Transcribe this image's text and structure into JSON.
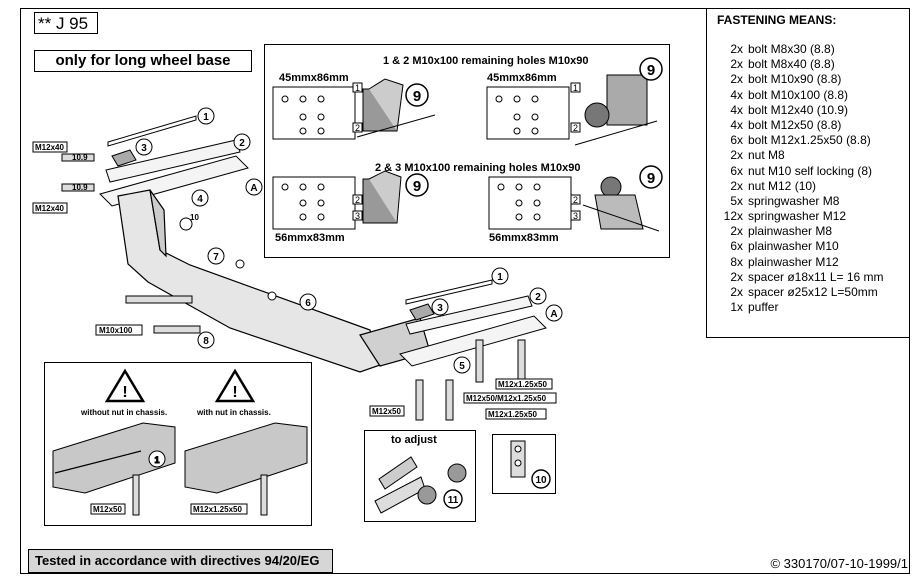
{
  "doc_code": "** J 95",
  "note": "only for long wheel base",
  "fastening": {
    "title": "FASTENING MEANS:",
    "items": [
      {
        "q": "2x",
        "t": "bolt M8x30 (8.8)"
      },
      {
        "q": "2x",
        "t": "bolt M8x40 (8.8)"
      },
      {
        "q": "2x",
        "t": "bolt M10x90 (8.8)"
      },
      {
        "q": "4x",
        "t": "bolt M10x100 (8.8)"
      },
      {
        "q": "4x",
        "t": "bolt M12x40 (10.9)"
      },
      {
        "q": "4x",
        "t": "bolt M12x50 (8.8)"
      },
      {
        "q": "6x",
        "t": "bolt M12x1.25x50 (8.8)"
      },
      {
        "q": "2x",
        "t": "nut M8"
      },
      {
        "q": "6x",
        "t": "nut M10 self locking (8)"
      },
      {
        "q": "2x",
        "t": "nut M12 (10)"
      },
      {
        "q": "5x",
        "t": "springwasher M8"
      },
      {
        "q": "12x",
        "t": "springwasher M12"
      },
      {
        "q": "2x",
        "t": "plainwasher M8"
      },
      {
        "q": "6x",
        "t": "plainwasher M10"
      },
      {
        "q": "8x",
        "t": "plainwasher M12"
      },
      {
        "q": "2x",
        "t": "spacer ø18x11 L= 16 mm"
      },
      {
        "q": "2x",
        "t": "spacer ø25x12 L=50mm"
      },
      {
        "q": "1x",
        "t": "puffer"
      }
    ]
  },
  "ball_panel": {
    "line1": "1 & 2 M10x100 remaining holes M10x90",
    "line2": "2 & 3 M10x100 remaining holes M10x90",
    "dim_top_left": "45mmx86mm",
    "dim_top_right": "45mmx86mm",
    "dim_bottom_left": "56mmx83mm",
    "dim_bottom_right": "56mmx83mm",
    "part9": "9",
    "h1": "1",
    "h2": "2",
    "h3": "3"
  },
  "labels": {
    "m12x40_a": "M12x40",
    "m12x40_b": "M12x40",
    "g109_a": "10.9",
    "g109_b": "10.9",
    "n10": "10",
    "m10x100": "M10x100",
    "m12x125_a": "M12x1.25x50",
    "m12x50_mix": "M12x50/M12x1.25x50",
    "m12x125_b": "M12x1.25x50",
    "m12x50": "M12x50",
    "to_adjust": "to adjust",
    "p1": "1",
    "p2": "2",
    "p3": "3",
    "p4": "4",
    "p5": "5",
    "p6": "6",
    "p7": "7",
    "p8": "8",
    "p1b": "1",
    "p2b": "2",
    "p3b": "3",
    "pA": "A",
    "pAb": "A",
    "p10": "10",
    "p11": "11"
  },
  "warning": {
    "left": "without nut in chassis.",
    "right": "with nut in chassis.",
    "bolt_left": "M12x50",
    "bolt_right": "M12x1.25x50",
    "p1": "1"
  },
  "tested": "Tested in accordance with directives 94/20/EG",
  "copyright": "© 330170/07-10-1999/1"
}
